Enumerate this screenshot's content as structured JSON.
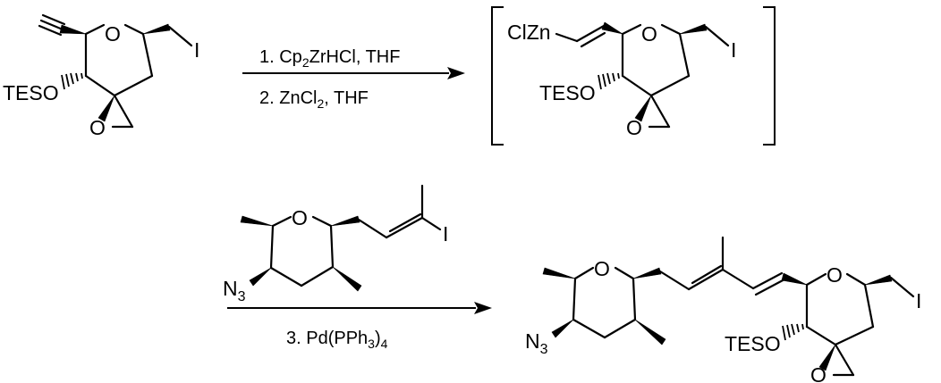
{
  "atoms": {
    "oxygen": "O",
    "iodine": "I",
    "teso": "TESO",
    "clzn": "ClZn",
    "n": "N",
    "n_sub": "3"
  },
  "step1": {
    "reagent1_prefix": "1. Cp",
    "reagent1_sub": "2",
    "reagent1_suffix": "ZrHCl, THF",
    "reagent2_prefix": "2. ZnCl",
    "reagent2_sub": "2",
    "reagent2_suffix": ", THF"
  },
  "step2": {
    "reagent3_prefix": "3. Pd(PPh",
    "reagent3_sub": "3",
    "reagent3_suffix": ")",
    "reagent3_sub2": "4"
  }
}
